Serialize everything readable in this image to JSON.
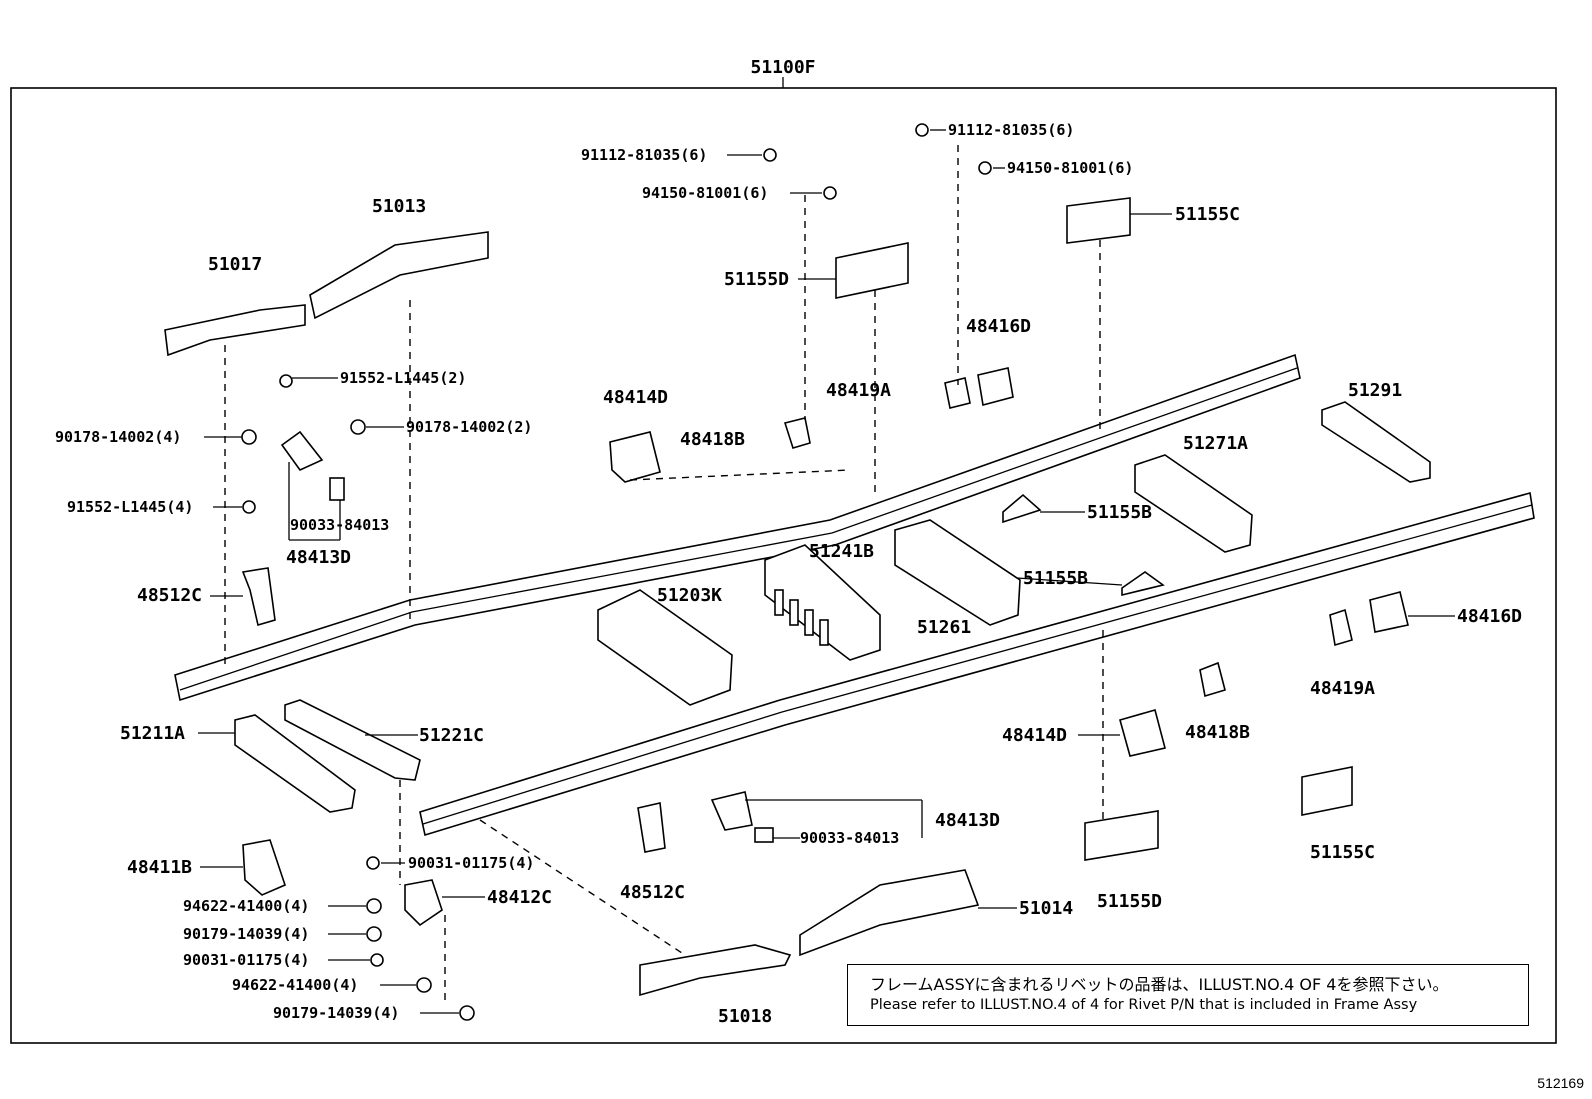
{
  "diagram": {
    "title": "51100F",
    "image_id": "512169",
    "note": {
      "japanese": "フレームASSYに含まれるリベットの品番は、ILLUST.NO.4 OF 4を参照下さい。",
      "english": "Please refer to ILLUST.NO.4 of 4 for Rivet P/N that is included in Frame Assy"
    },
    "labels": {
      "p51013": "51013",
      "p51017": "51017",
      "p91552_2": "91552-L1445(2)",
      "p90178_4": "90178-14002(4)",
      "p90178_2": "90178-14002(2)",
      "p91552_4": "91552-L1445(4)",
      "p90033_l": "90033-84013",
      "p48413D_l": "48413D",
      "p48512C_l": "48512C",
      "p91112_a": "91112-81035(6)",
      "p94150_a": "94150-81001(6)",
      "p91112_b": "91112-81035(6)",
      "p94150_b": "94150-81001(6)",
      "p51155C_t": "51155C",
      "p51155D_t": "51155D",
      "p48416D_t": "48416D",
      "p48419A_t": "48419A",
      "p48414D_t": "48414D",
      "p48418B_t": "48418B",
      "p51291": "51291",
      "p51271A": "51271A",
      "p51155B_1": "51155B",
      "p51241B": "51241B",
      "p51203K": "51203K",
      "p51155B_2": "51155B",
      "p51261": "51261",
      "p48416D_r": "48416D",
      "p48419A_r": "48419A",
      "p48414D_r": "48414D",
      "p48418B_r": "48418B",
      "p51211A": "51211A",
      "p51221C": "51221C",
      "p48413D_r": "48413D",
      "p90033_r": "90033-84013",
      "p48411B": "48411B",
      "p90031_a": "90031-01175(4)",
      "p48412C": "48412C",
      "p94622_a": "94622-41400(4)",
      "p90179_a": "90179-14039(4)",
      "p90031_b": "90031-01175(4)",
      "p94622_b": "94622-41400(4)",
      "p90179_b": "90179-14039(4)",
      "p48512C_r": "48512C",
      "p51014": "51014",
      "p51155D_b": "51155D",
      "p51155C_b": "51155C",
      "p51018": "51018"
    }
  }
}
